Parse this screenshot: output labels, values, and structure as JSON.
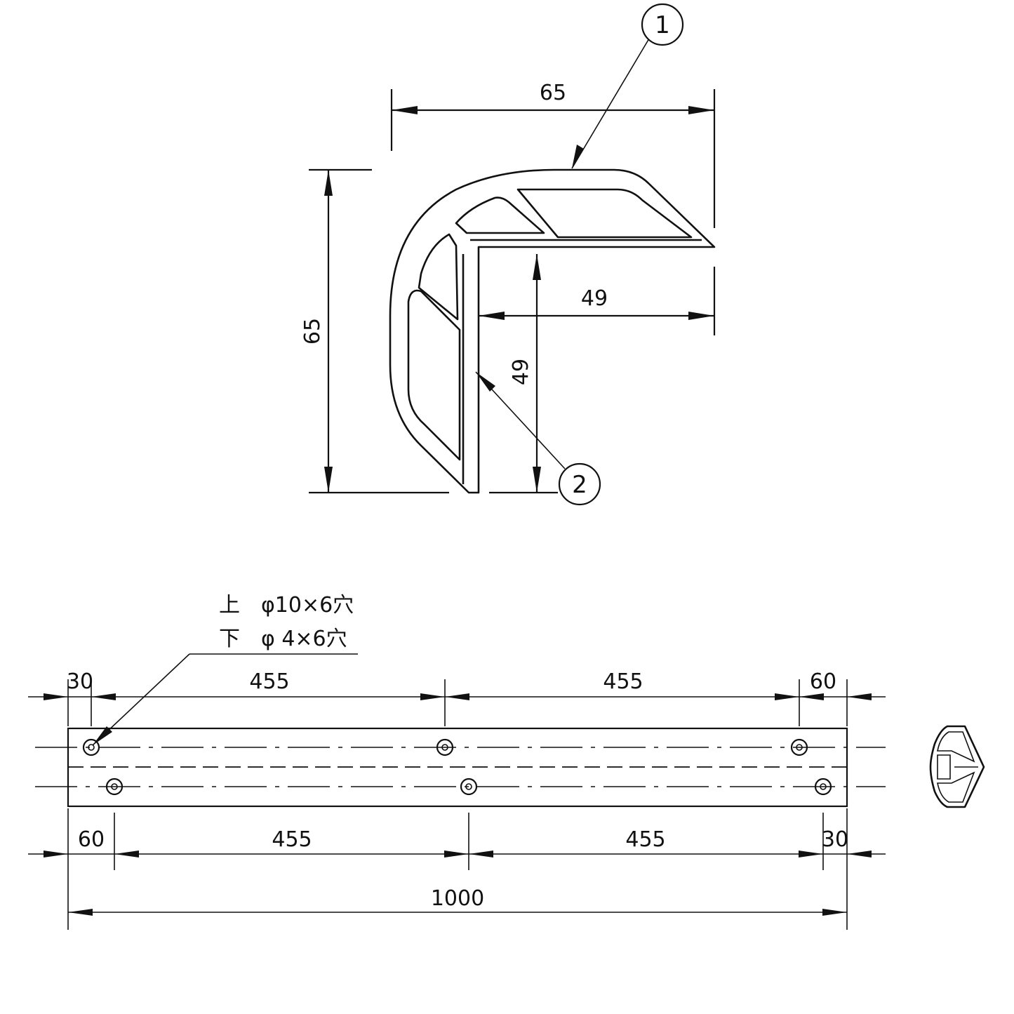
{
  "section": {
    "width_dim": "65",
    "height_dim": "65",
    "inner_width_dim": "49",
    "inner_height_dim": "49",
    "callout_1": "1",
    "callout_2": "2"
  },
  "plan": {
    "hole_note_top": "上　φ10×6穴",
    "hole_note_bottom": "下　φ 4×6穴",
    "top_dims": [
      "30",
      "455",
      "455",
      "60"
    ],
    "bottom_dims": [
      "60",
      "455",
      "455",
      "30"
    ],
    "overall_dim": "1000"
  }
}
